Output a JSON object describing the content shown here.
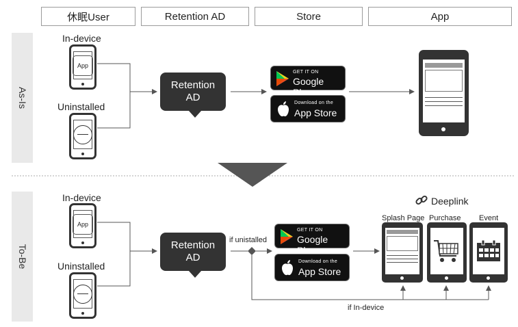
{
  "headers": {
    "user": "休眠User",
    "retention": "Retention AD",
    "store": "Store",
    "app": "App"
  },
  "sections": {
    "as_is": "As-Is",
    "to_be": "To-Be"
  },
  "labels": {
    "in_device": "In-device",
    "uninstalled": "Uninstalled",
    "app_icon": "App",
    "retention_line1": "Retention",
    "retention_line2": "AD",
    "if_uninstalled": "if unistalled",
    "if_in_device": "if In-device",
    "deeplink": "Deeplink",
    "splash": "Splash Page",
    "purchase": "Purchase",
    "event": "Event"
  },
  "badges": {
    "google_small": "GET IT ON",
    "google_big": "Google Play",
    "apple_small": "Download on the",
    "apple_big": "App Store"
  }
}
